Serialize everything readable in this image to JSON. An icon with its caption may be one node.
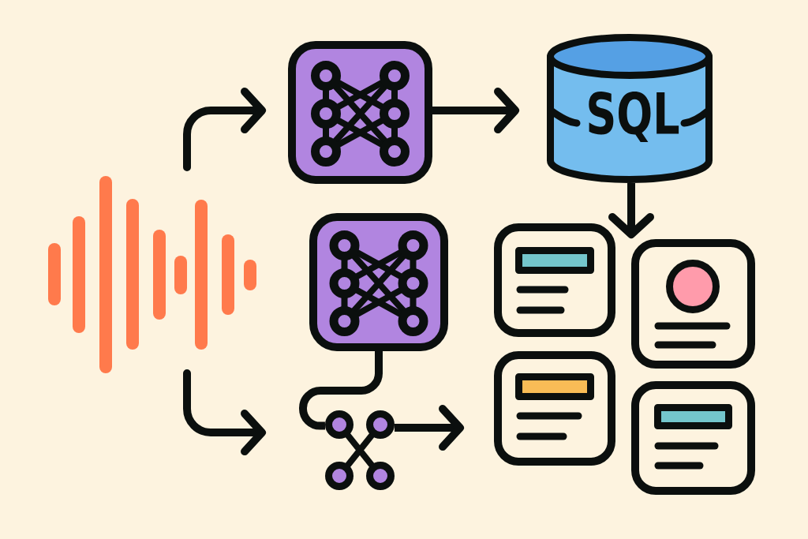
{
  "diagram": {
    "nodes": [
      {
        "text": [],
        "shape": "picture"
      },
      {
        "text": [],
        "shape": "box"
      },
      {
        "text": [
          "SQL"
        ]
      },
      {
        "text": [],
        "shape": "box"
      },
      {
        "text": [],
        "shape": "picture"
      },
      {
        "text": [],
        "shape": "box"
      },
      {
        "text": [],
        "shape": "box"
      },
      {
        "text": [],
        "shape": "box"
      },
      {
        "text": [],
        "shape": "box"
      }
    ],
    "edges": [
      {
        "from": 0,
        "to": 1,
        "arrow": "to"
      },
      {
        "from": 1,
        "to": 2,
        "arrow": "to"
      },
      {
        "from": 2,
        "to": 6,
        "arrow": "to"
      },
      {
        "from": 0,
        "to": null,
        "arrow": "to"
      },
      {
        "from": 3,
        "to": 4,
        "arrow": "none"
      },
      {
        "from": 4,
        "to": 7,
        "arrow": "to"
      }
    ]
  }
}
